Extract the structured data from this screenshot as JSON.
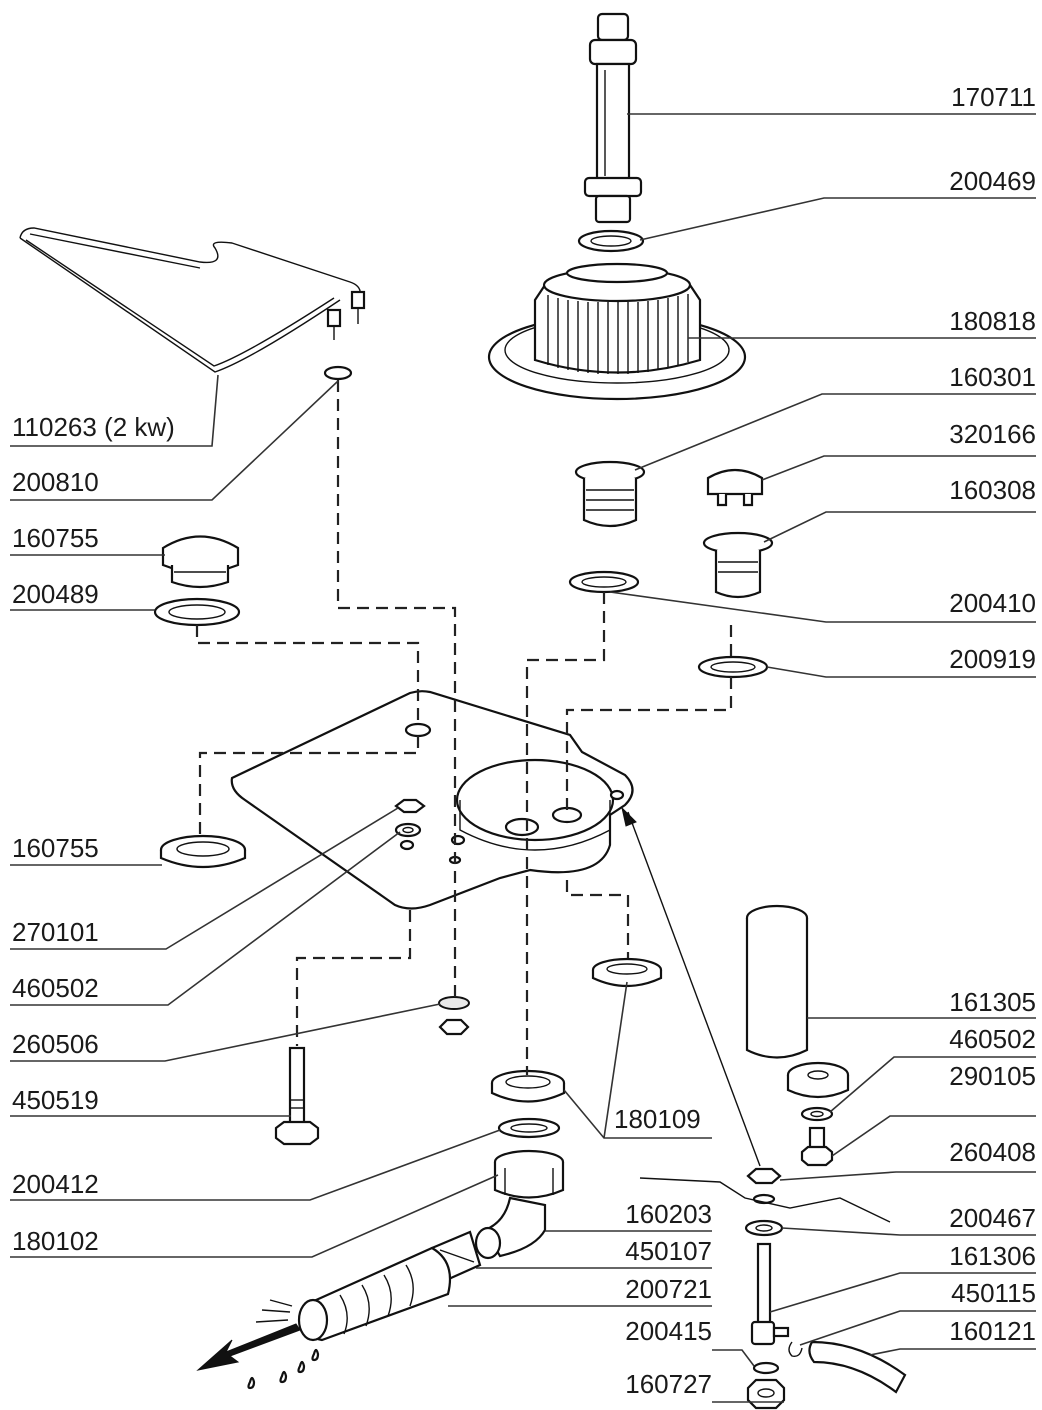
{
  "labels": {
    "p170711": "170711",
    "p200469": "200469",
    "p180818": "180818",
    "p160301": "160301",
    "p320166": "320166",
    "p160308": "160308",
    "p200410": "200410",
    "p200919": "200919",
    "p110263": "110263 (2 kw)",
    "p200810": "200810",
    "p160755_top": "160755",
    "p200489": "200489",
    "p160755_mid": "160755",
    "p270101": "270101",
    "p460502_left": "460502",
    "p260506": "260506",
    "p450519": "450519",
    "p180109": "180109",
    "p200412": "200412",
    "p180102": "180102",
    "p160203": "160203",
    "p450107": "450107",
    "p200721": "200721",
    "p200415": "200415",
    "p160727": "160727",
    "p161305": "161305",
    "p460502_right": "460502",
    "p290105": "290105",
    "p260408": "260408",
    "p200467": "200467",
    "p161306": "161306",
    "p450115": "450115",
    "p160121": "160121"
  },
  "colors": {
    "line": "#111111",
    "text": "#1a1a1a",
    "background": "#ffffff"
  }
}
